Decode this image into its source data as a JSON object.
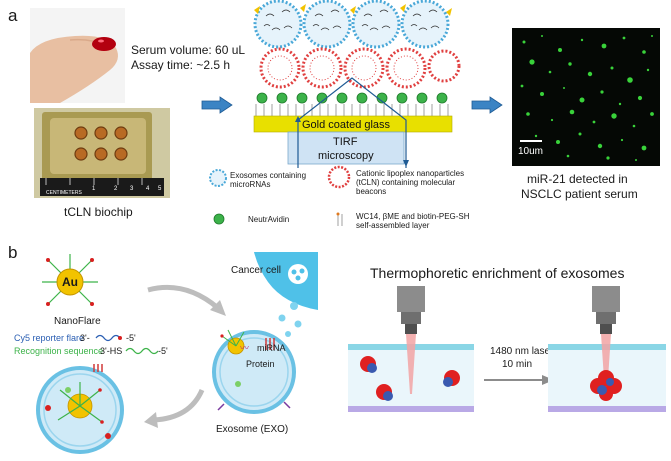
{
  "panel_a": {
    "label": "a",
    "serum_volume": "Serum volume: 60 uL",
    "assay_time": "Assay time: ~2.5 h",
    "chip_label": "tCLN biochip",
    "ruler_label": "CENTIMETERS",
    "ruler_numbers": [
      "1",
      "2",
      "3",
      "4",
      "5"
    ],
    "gold_glass": "Gold coated glass",
    "tirf": "TIRF",
    "microscopy": "microscopy",
    "legend": {
      "exosome": "Exosomes containing microRNAs",
      "tcln": "Cationic lipoplex nanoparticles (tCLN) containing molecular beacons",
      "neutravidin": "NeutrAvidin",
      "layer": "WC14, βME and biotin-PEG-SH self-assembled layer"
    },
    "scale_bar": "10um",
    "result_line1": "miR-21 detected in",
    "result_line2": "NSCLC patient serum"
  },
  "panel_b": {
    "label": "b",
    "au": "Au",
    "nanoflare": "NanoFlare",
    "cy5_label": "Cy5 reporter flare",
    "cy5_seq": "3'-",
    "cy5_end": "-5'",
    "recog_label": "Recognition sequence",
    "recog_seq": "3'-HS",
    "recog_end": "-5'",
    "cancer_cell": "Cancer cell",
    "mirna": "miRNA",
    "protein": "Protein",
    "exosome": "Exosome (EXO)",
    "thermo_title": "Thermophoretic enrichment of exosomes",
    "laser_line1": "1480 nm laser",
    "laser_line2": "10 min"
  },
  "colors": {
    "gold": "#e8e000",
    "tirf_blue": "#cfe3f4",
    "arrow_blue": "#3b84c4",
    "exosome_blue": "#bfe0f0",
    "membrane_red": "#e04040",
    "fluor_green": "#39d23a",
    "recog_green": "#3db34a",
    "cy5_blue": "#2b5fb3",
    "channel_cyan": "#8ad6e6",
    "channel_purple": "#b9a9e6"
  }
}
